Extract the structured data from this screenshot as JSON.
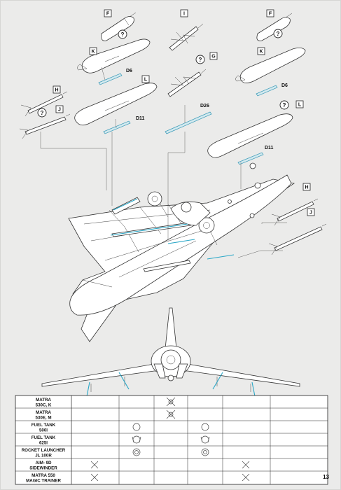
{
  "page": {
    "number": "13"
  },
  "callouts": {
    "f_left": "F",
    "f_right": "F",
    "i": "I",
    "k_left": "K",
    "k_right": "K",
    "g": "G",
    "l_left": "L",
    "l_right": "L",
    "h_left": "H",
    "h_right": "H",
    "j_left": "J",
    "j_right": "J"
  },
  "labels": {
    "d6_left": "D6",
    "d6_right": "D6",
    "d11_left": "D11",
    "d11_right": "D11",
    "d26": "D26"
  },
  "optional_marker": "?",
  "table": {
    "rows": [
      {
        "line1": "MATRA",
        "line2": "530C, K"
      },
      {
        "line1": "MATRA",
        "line2": "530E, M"
      },
      {
        "line1": "FUEL TANK",
        "line2": "500l"
      },
      {
        "line1": "FUEL TANK",
        "line2": "625l"
      },
      {
        "line1": "ROCKET LAUNCHER",
        "line2": "JL 100R"
      },
      {
        "line1": "AIM- 9D",
        "line2": "SIDEWINDER"
      },
      {
        "line1": "MATRA 550",
        "line2": "MAGIC TRAINER"
      }
    ]
  }
}
